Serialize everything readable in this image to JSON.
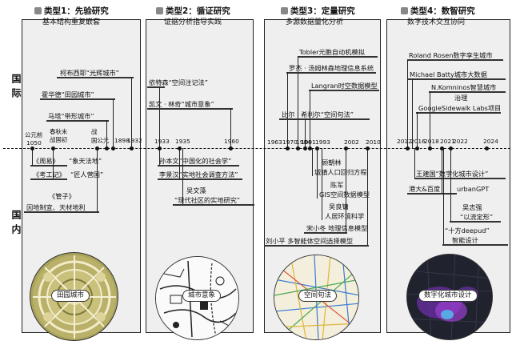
{
  "side_labels": {
    "international": "国际",
    "domestic": "国内"
  },
  "panels": [
    {
      "title": "类型1：先验研究",
      "subtitle": "基本结构重复嵌套",
      "international": [
        "柯布西耶“光辉城市”",
        "霍华德“田园城市”",
        "马塔“带形城市”"
      ],
      "years": [
        "公元前",
        "1050",
        "春秋末",
        "战国初",
        "战",
        "国公元",
        "1898",
        "1932"
      ],
      "domestic": [
        "《周易》",
        "“象天法地”",
        "《考工记》",
        "“匠人营国”",
        "《管子》",
        "因地制宜、天材地利"
      ],
      "image_caption": "田园城市"
    },
    {
      "title": "类型2：循证研究",
      "subtitle": "证据分析指导实践",
      "international": [
        "依特森“空间注记法”",
        "凯文 · 林奇“城市意象”"
      ],
      "years": [
        "1933",
        "1935",
        "1960"
      ],
      "domestic": [
        "孙本文“中国化的社会学”",
        "李景汉“实地社会调查方法”",
        "吴文藻",
        "“现代社区的实地研究”"
      ],
      "image_caption": "城市意象"
    },
    {
      "title": "类型3：定量研究",
      "subtitle": "多源数据量化分析",
      "international": [
        "Tobler元胞自动机模拟",
        "罗杰 · 汤姆林森地理信息系统",
        "Langran时空数据模型",
        "比尔 · 希利尔“空间句法”"
      ],
      "years": [
        "1963",
        "1970",
        "1984",
        "1991",
        "1993",
        "2002",
        "2010"
      ],
      "domestic": [
        "顾朝林",
        "城镇人口回归方程",
        "陈军",
        "GIS空间数据模型",
        "吴良镛",
        "人居环境科学",
        "宋小冬  地理信息模型",
        "刘小平  多智能体空间选择模型"
      ],
      "image_caption": "空间句法"
    },
    {
      "title": "类型4：数智研究",
      "subtitle": "数字技术交互协同",
      "international": [
        "Roland Rosen数字孪生城市",
        "Michael Batty城市大数据",
        "N.Komninos智慧城市",
        "治理",
        "GoogleSidewalk Labs项目"
      ],
      "years": [
        "2012",
        "2016",
        "2018",
        "2021",
        "2022",
        "2024"
      ],
      "domestic": [
        "王建国“数字化城市设计”",
        "港大&百度",
        "urbanGPT",
        "吴志强",
        "“以流定形”",
        "“十方deepud”",
        "智能设计"
      ],
      "image_caption": "数字化城市设计"
    }
  ]
}
